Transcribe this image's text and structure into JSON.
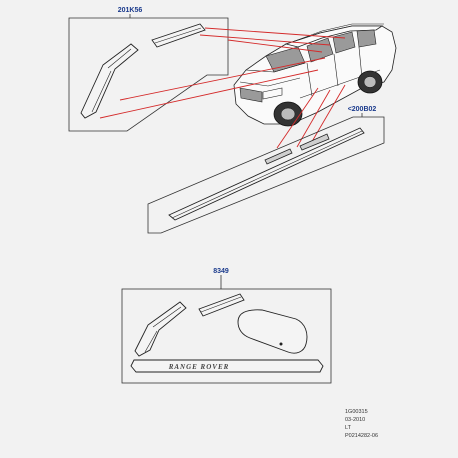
{
  "callouts": {
    "kit_a": "201K56",
    "kit_b": "<200B02",
    "kit_c": "8349"
  },
  "embossed_text": "RANGE ROVER",
  "footer": {
    "line1": "1G00315",
    "line2": "03-2010",
    "line3": "LT",
    "line4": "P0214282-06"
  },
  "colors": {
    "callout": "#1a3a8c",
    "leader": "#d42a2a",
    "background": "#f2f2f2"
  }
}
